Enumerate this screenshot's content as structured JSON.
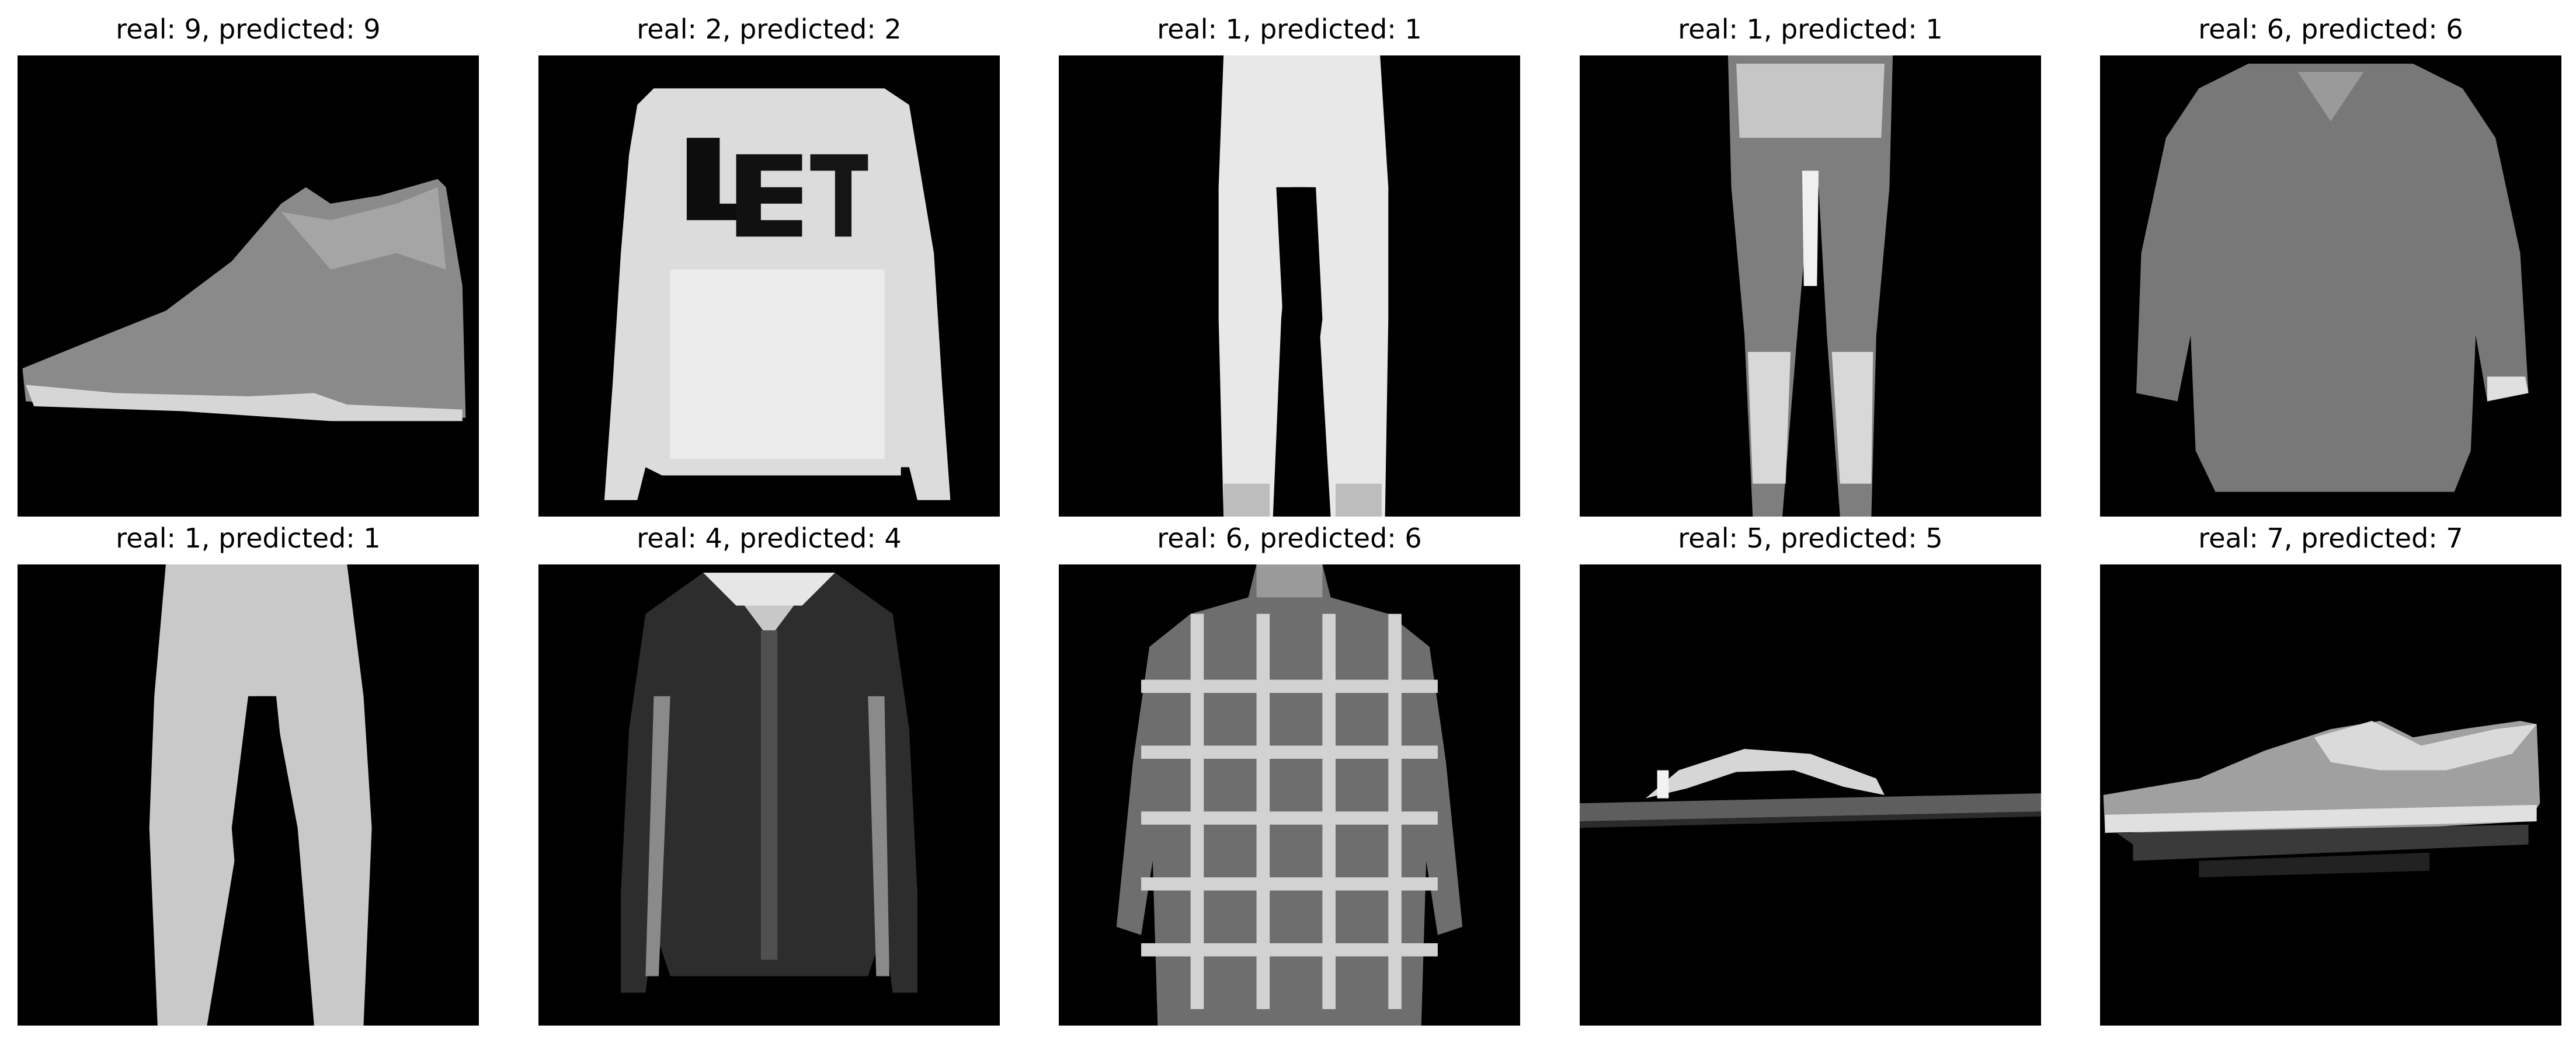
{
  "colors": {
    "image_background": "#000000",
    "page_background": "#ffffff"
  },
  "panels": [
    {
      "title": "real: 9, predicted: 9",
      "item": "shoe-icon",
      "real": 9,
      "predicted": 9
    },
    {
      "title": "real: 2, predicted: 2",
      "item": "sweater-icon",
      "real": 2,
      "predicted": 2
    },
    {
      "title": "real: 1, predicted: 1",
      "item": "trousers-icon",
      "real": 1,
      "predicted": 1
    },
    {
      "title": "real: 1, predicted: 1",
      "item": "trousers-icon",
      "real": 1,
      "predicted": 1
    },
    {
      "title": "real: 6, predicted: 6",
      "item": "shirt-icon",
      "real": 6,
      "predicted": 6
    },
    {
      "title": "real: 1, predicted: 1",
      "item": "trousers-icon",
      "real": 1,
      "predicted": 1
    },
    {
      "title": "real: 4, predicted: 4",
      "item": "coat-icon",
      "real": 4,
      "predicted": 4
    },
    {
      "title": "real: 6, predicted: 6",
      "item": "plaid-shirt-icon",
      "real": 6,
      "predicted": 6
    },
    {
      "title": "real: 5, predicted: 5",
      "item": "sandal-icon",
      "real": 5,
      "predicted": 5
    },
    {
      "title": "real: 7, predicted: 7",
      "item": "sneaker-icon",
      "real": 7,
      "predicted": 7
    }
  ]
}
